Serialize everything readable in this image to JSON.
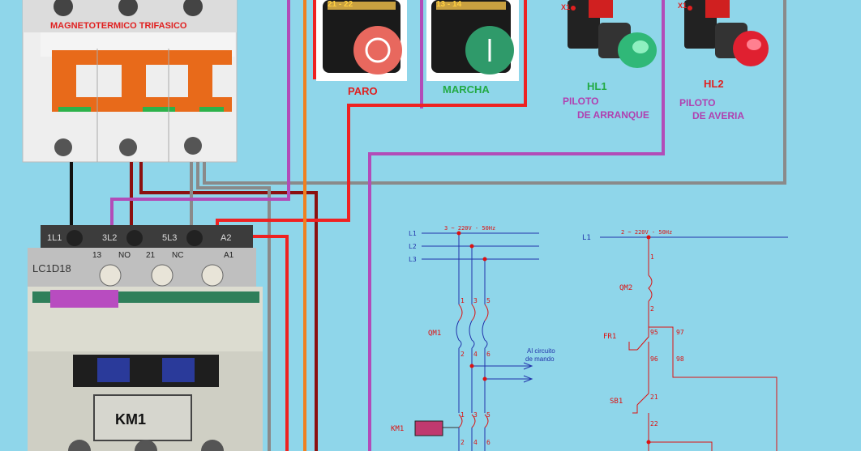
{
  "breaker": {
    "title": "MAGNETOTERMICO TRIFASICO"
  },
  "buttons": {
    "stop": {
      "label": "PARO",
      "contacts": "21 - 22"
    },
    "start": {
      "label": "MARCHA",
      "contacts": "13 - 14"
    }
  },
  "pilots": {
    "hl1": {
      "code": "HL1",
      "line1": "PILOTO",
      "line2": "DE ARRANQUE",
      "terminal": "X1"
    },
    "hl2": {
      "code": "HL2",
      "line1": "PILOTO",
      "line2": "DE AVERIA",
      "terminal": "X1"
    }
  },
  "contactor": {
    "model": "LC1D18",
    "terminals_top": [
      "1L1",
      "3L2",
      "5L3",
      "A2"
    ],
    "terminals_aux": [
      "13",
      "NO",
      "21",
      "NC",
      "A1"
    ],
    "tag": "KM1"
  },
  "power_schematic": {
    "supply": "3 ~ 220V - 50Hz",
    "lines": [
      "L1",
      "L2",
      "L3"
    ],
    "qm1": "QM1",
    "qm1_top": [
      "1",
      "3",
      "5"
    ],
    "qm1_bottom": [
      "2",
      "4",
      "6"
    ],
    "note": [
      "Al circuito",
      "de mando"
    ],
    "km1": "KM1",
    "km1_top": [
      "1",
      "3",
      "5"
    ],
    "km1_bottom": [
      "2",
      "4",
      "6"
    ]
  },
  "control_schematic": {
    "supply": "2 ~ 220V - 50Hz",
    "line": "L1",
    "qm2": "QM2",
    "qm2_terms": [
      "1",
      "2"
    ],
    "fr1": "FR1",
    "fr1_terms": [
      "95",
      "96",
      "97",
      "98"
    ],
    "sb1": "SB1",
    "sb1_terms": [
      "21",
      "22"
    ]
  },
  "colors": {
    "background": "#8fd6ea",
    "wire_red": "#ee2222",
    "wire_darkred": "#8b1010",
    "wire_purple": "#b24cb8",
    "wire_gray": "#8a8a8a",
    "wire_orange": "#f08020",
    "wire_black": "#111111"
  }
}
